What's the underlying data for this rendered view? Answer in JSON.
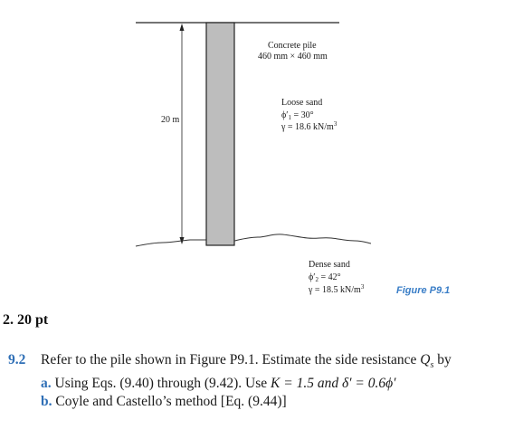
{
  "figure": {
    "pile_label_line1": "Concrete pile",
    "pile_label_line2": "460 mm × 460 mm",
    "depth_label": "20 m",
    "loose_sand": {
      "name": "Loose sand",
      "phi_symbol": "ϕ′",
      "phi_sub": "1",
      "phi_value": " = 30°",
      "gamma": "γ = 18.6 kN/m",
      "gamma_sup": "3"
    },
    "dense_sand": {
      "name": "Dense sand",
      "phi_symbol": "ϕ′",
      "phi_sub": "2",
      "phi_value": " = 42°",
      "gamma": "γ = 18.5 kN/m",
      "gamma_sup": "3"
    },
    "caption": "Figure P9.1",
    "colors": {
      "pile_fill": "#bdbdbd",
      "caption": "#3a7ec7"
    }
  },
  "question": {
    "points": "2. 20 pt",
    "number": "9.2",
    "prompt_before_q": "Refer to the pile shown in Figure P9.1. Estimate the side resistance ",
    "q_symbol": "Q",
    "q_sub": "s",
    "prompt_after_q": " by",
    "part_a_letter": "a.",
    "part_a_text": "Using Eqs. (9.40) through (9.42). Use ",
    "part_a_k": "K = 1.5 and δ′ = 0.6ϕ′",
    "part_b_letter": "b.",
    "part_b_text": "Coyle and Castello’s method [Eq. (9.44)]",
    "colors": {
      "accent": "#2f6fb6"
    }
  }
}
